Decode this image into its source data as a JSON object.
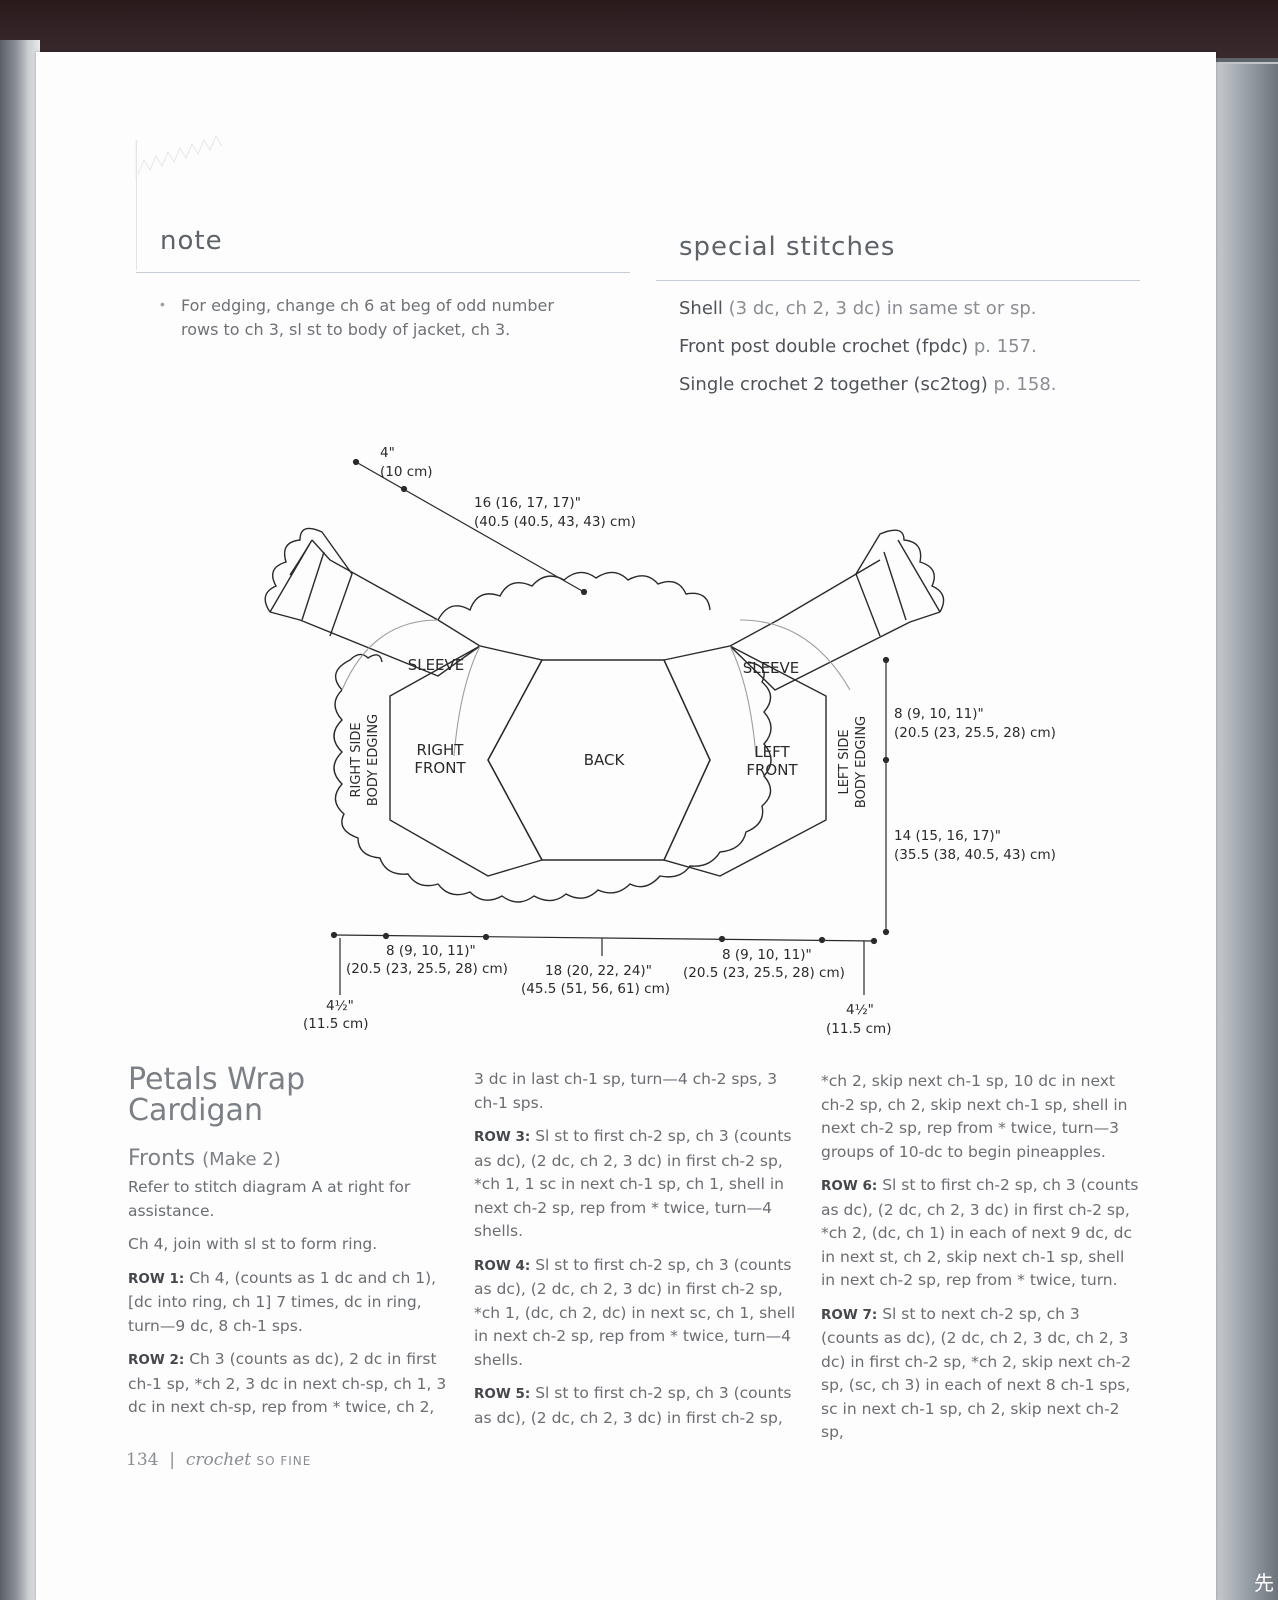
{
  "note": {
    "heading": "note",
    "bullet": "For edging, change ch 6 at beg of odd number rows to ch 3, sl st to body of jacket, ch 3."
  },
  "special": {
    "heading": "special stitches",
    "items": [
      {
        "name": "Shell",
        "detail": "(3 dc, ch 2, 3 dc) in same st or sp."
      },
      {
        "name": "Front post double crochet (fpdc)",
        "detail": "p. 157."
      },
      {
        "name": "Single crochet 2 together (sc2tog)",
        "detail": "p. 158."
      }
    ]
  },
  "diagram": {
    "labels": {
      "sleeve_left": "SLEEVE",
      "sleeve_right": "SLEEVE",
      "right_front": [
        "RIGHT",
        "FRONT"
      ],
      "left_front": [
        "LEFT",
        "FRONT"
      ],
      "back": "BACK",
      "right_edging": [
        "RIGHT SIDE",
        "BODY EDGING"
      ],
      "left_edging": [
        "LEFT SIDE",
        "BODY EDGING"
      ]
    },
    "dims": {
      "cuff_a": "4\"",
      "cuff_b": "(10 cm)",
      "sleeve_a": "16 (16, 17, 17)\"",
      "sleeve_b": "(40.5 (40.5, 43, 43) cm)",
      "height_top_a": "8 (9, 10, 11)\"",
      "height_top_b": "(20.5 (23, 25.5, 28) cm)",
      "height_bot_a": "14 (15, 16, 17)\"",
      "height_bot_b": "(35.5 (38, 40.5, 43) cm)",
      "front_l_a": "8 (9, 10, 11)\"",
      "front_l_b": "(20.5 (23, 25.5, 28) cm)",
      "back_w_a": "18 (20, 22, 24)\"",
      "back_w_b": "(45.5 (51, 56, 61) cm)",
      "front_r_a": "8 (9, 10, 11)\"",
      "front_r_b": "(20.5 (23, 25.5, 28) cm)",
      "edge_l_a": "4½\"",
      "edge_l_b": "(11.5 cm)",
      "edge_r_a": "4½\"",
      "edge_r_b": "(11.5 cm)"
    }
  },
  "pattern": {
    "title_line1": "Petals Wrap",
    "title_line2": "Cardigan",
    "section": "Fronts",
    "section_note": "(Make 2)",
    "intro1": "Refer to stitch diagram A at right for assistance.",
    "intro2": "Ch 4, join with sl st to form ring.",
    "row1_label": "ROW 1:",
    "row1": "Ch 4, (counts as 1 dc and ch 1), [dc into ring, ch 1] 7 times, dc in ring, turn—9 dc, 8 ch-1 sps.",
    "row2_label": "ROW 2:",
    "row2": "Ch 3 (counts as dc), 2 dc in first ch-1 sp, *ch 2, 3 dc in next ch-sp, ch 1, 3 dc in next ch-sp, rep from * twice, ch 2,",
    "row2_cont": "3 dc in last ch-1 sp, turn—4 ch-2 sps, 3 ch-1 sps.",
    "row3_label": "ROW 3:",
    "row3": "Sl st to first ch-2 sp, ch 3 (counts as dc), (2 dc, ch 2, 3 dc) in first ch-2 sp, *ch 1, 1 sc in next ch-1 sp, ch 1, shell in next ch-2 sp, rep from * twice, turn—4 shells.",
    "row4_label": "ROW 4:",
    "row4": "Sl st to first ch-2 sp, ch 3 (counts as dc), (2 dc, ch 2, 3 dc) in first ch-2 sp, *ch 1, (dc, ch 2, dc) in next sc, ch 1, shell in next ch-2 sp, rep from * twice, turn—4 shells.",
    "row5_label": "ROW 5:",
    "row5": "Sl st to first ch-2 sp, ch 3 (counts as dc), (2 dc, ch 2, 3 dc) in first ch-2 sp,",
    "row5_cont": "*ch 2, skip next ch-1 sp, 10 dc in next ch-2 sp, ch 2, skip next ch-1 sp, shell in next ch-2 sp, rep from * twice, turn—3 groups of 10-dc to begin pineapples.",
    "row6_label": "ROW 6:",
    "row6": "Sl st to first ch-2 sp, ch 3 (counts as dc), (2 dc, ch 2, 3 dc) in first ch-2 sp, *ch 2, (dc, ch 1) in each of next 9 dc, dc in next st, ch 2, skip next ch-1 sp, shell in next ch-2 sp, rep from * twice, turn.",
    "row7_label": "ROW 7:",
    "row7": "Sl st to next ch-2 sp, ch 3 (counts as dc), (2 dc, ch 2, 3 dc, ch 2, 3 dc) in first ch-2 sp, *ch 2, skip next ch-2 sp, (sc, ch 3) in each of next 8 ch-1 sps, sc in next ch-1 sp, ch 2, skip next ch-2 sp,"
  },
  "footer": {
    "page_number": "134",
    "separator": "|",
    "brand": "crochet",
    "tagline": "SO FINE"
  },
  "watermark": "先"
}
